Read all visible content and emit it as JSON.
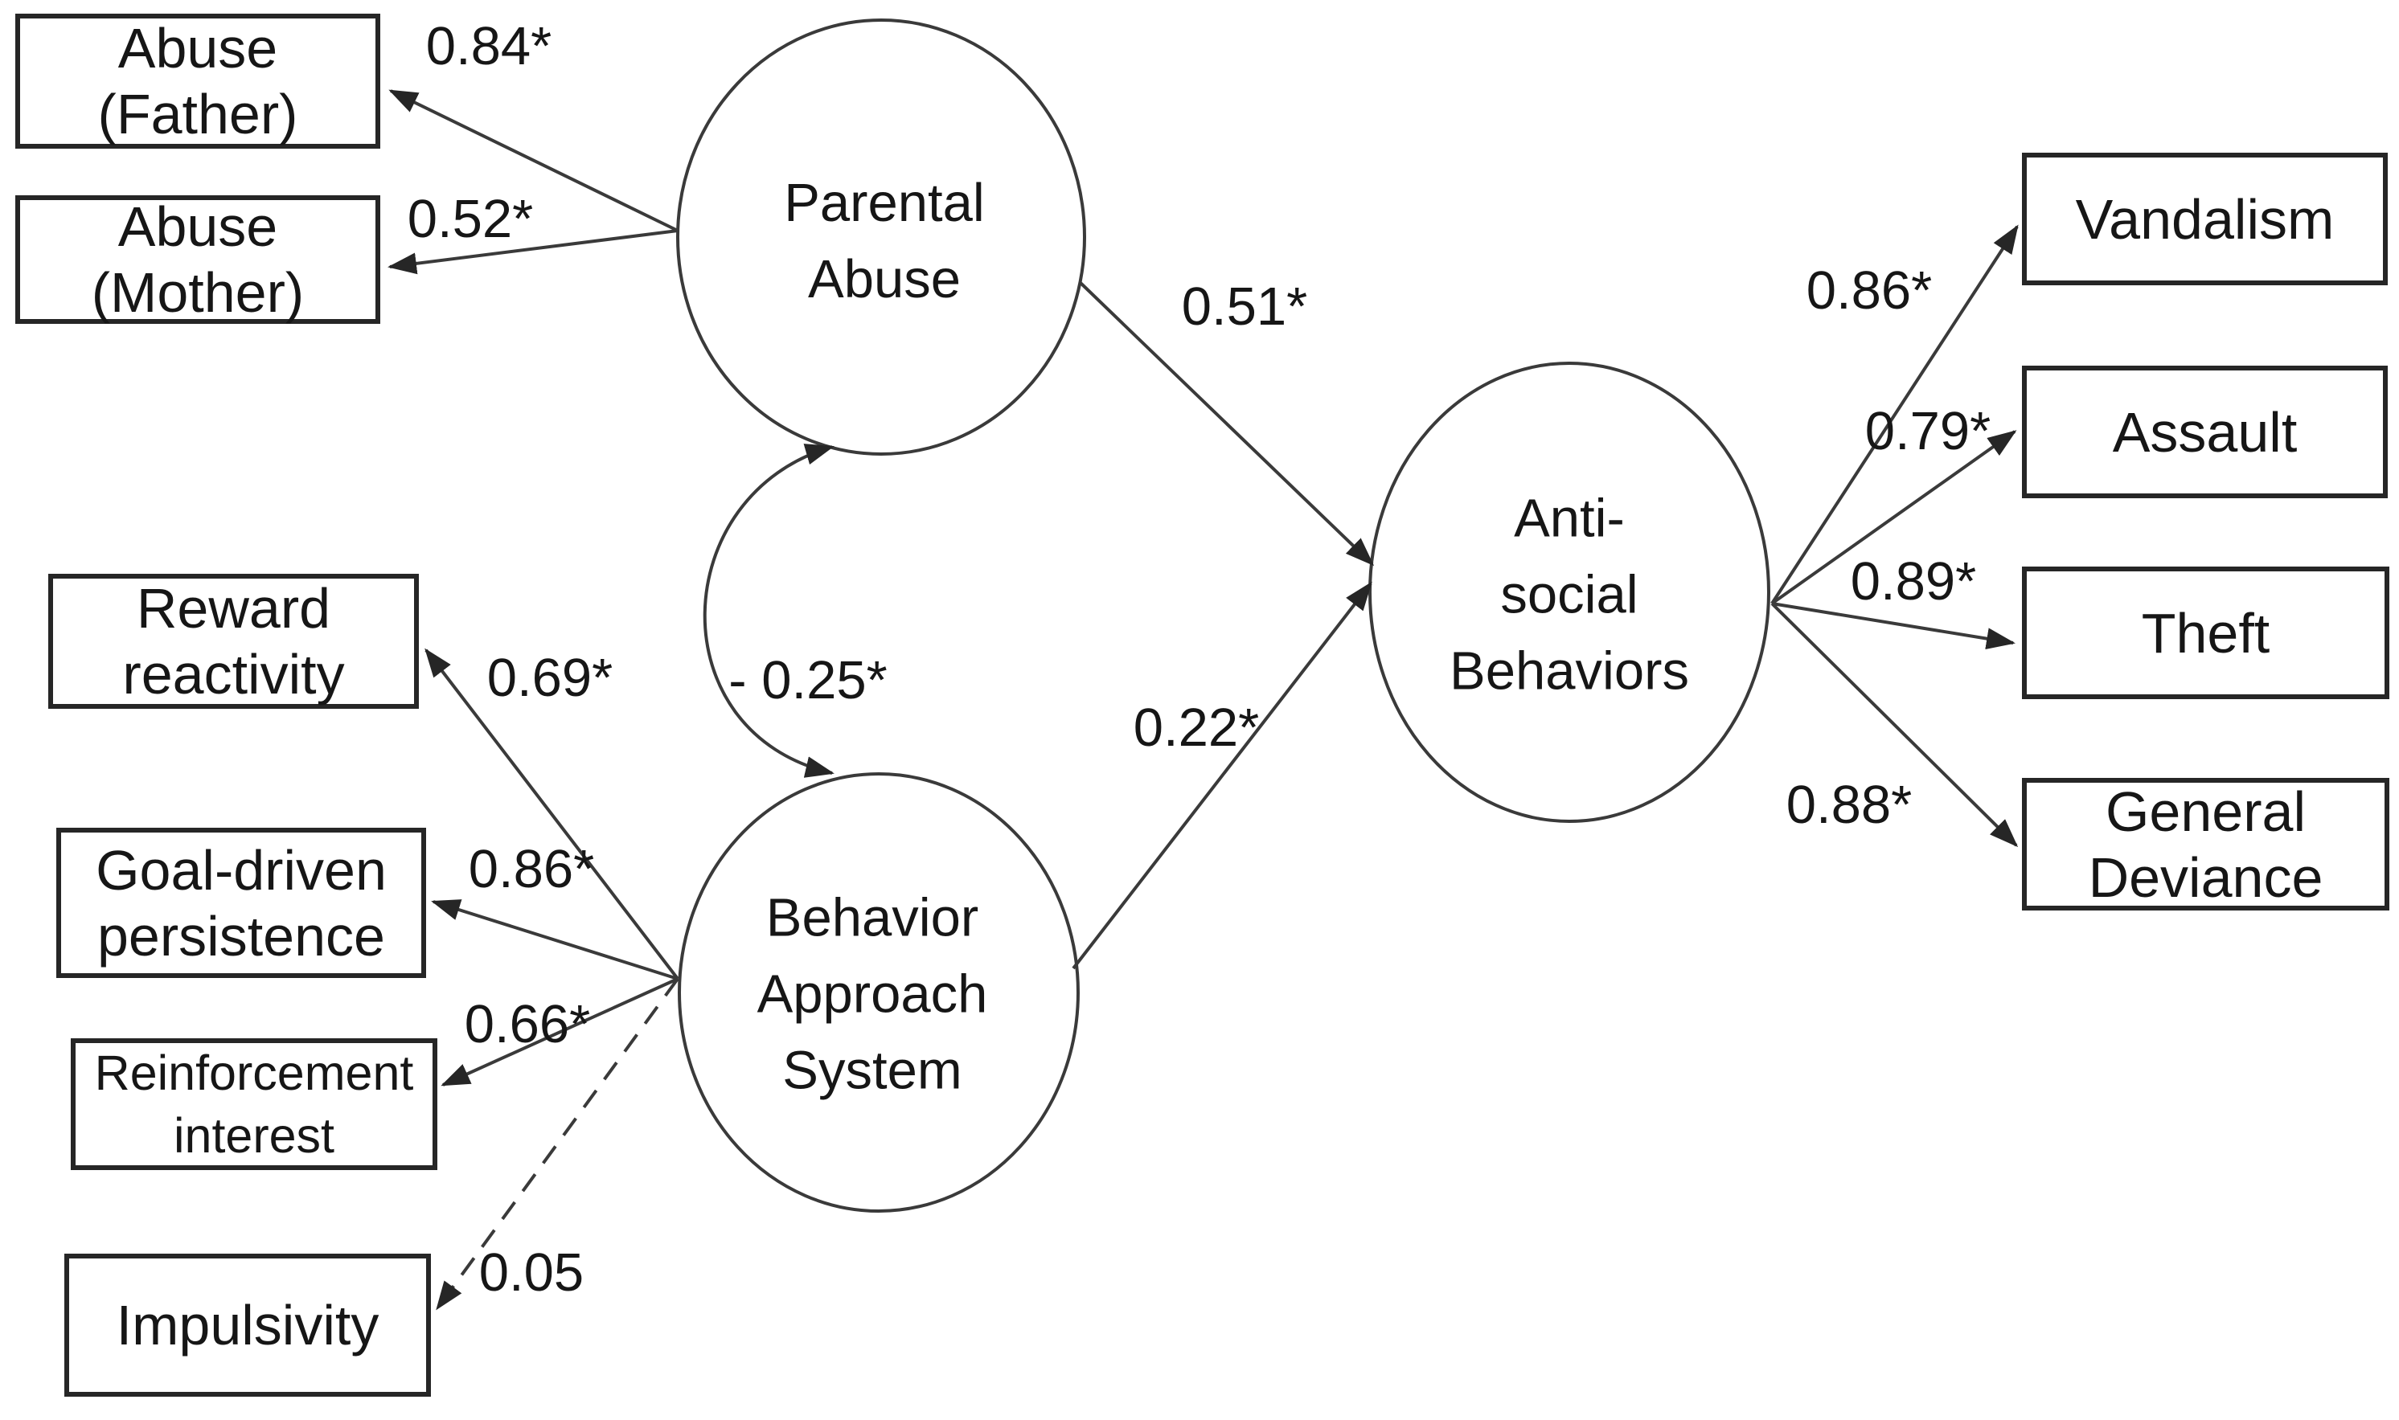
{
  "model": {
    "type": "structural-equation-path-diagram",
    "latents": [
      {
        "id": "parental-abuse",
        "label": "Parental\nAbuse"
      },
      {
        "id": "behavior-approach-system",
        "label": "Behavior\nApproach\nSystem"
      },
      {
        "id": "anti-social-behaviors",
        "label": "Anti-\nsocial\nBehaviors"
      }
    ],
    "observed": [
      {
        "id": "abuse-father",
        "label": "Abuse\n(Father)",
        "loading": "0.84*",
        "attached_to": "parental-abuse",
        "line_style": "solid"
      },
      {
        "id": "abuse-mother",
        "label": "Abuse\n(Mother)",
        "loading": "0.52*",
        "attached_to": "parental-abuse",
        "line_style": "solid"
      },
      {
        "id": "reward-reactivity",
        "label": "Reward\nreactivity",
        "loading": "0.69*",
        "attached_to": "behavior-approach-system",
        "line_style": "solid"
      },
      {
        "id": "goal-driven-persistence",
        "label": "Goal-driven\npersistence",
        "loading": "0.86*",
        "attached_to": "behavior-approach-system",
        "line_style": "solid"
      },
      {
        "id": "reinforcement-interest",
        "label": "Reinforcement\ninterest",
        "loading": "0.66*",
        "attached_to": "behavior-approach-system",
        "line_style": "solid"
      },
      {
        "id": "impulsivity",
        "label": "Impulsivity",
        "loading": "0.05",
        "attached_to": "behavior-approach-system",
        "line_style": "dashed"
      },
      {
        "id": "vandalism",
        "label": "Vandalism",
        "loading": "0.86*",
        "attached_to": "anti-social-behaviors",
        "line_style": "solid"
      },
      {
        "id": "assault",
        "label": "Assault",
        "loading": "0.79*",
        "attached_to": "anti-social-behaviors",
        "line_style": "solid"
      },
      {
        "id": "theft",
        "label": "Theft",
        "loading": "0.89*",
        "attached_to": "anti-social-behaviors",
        "line_style": "solid"
      },
      {
        "id": "general-deviance",
        "label": "General\nDeviance",
        "loading": "0.88*",
        "attached_to": "anti-social-behaviors",
        "line_style": "solid"
      }
    ],
    "structural_paths": [
      {
        "from": "parental-abuse",
        "to": "anti-social-behaviors",
        "label": "0.51*"
      },
      {
        "from": "behavior-approach-system",
        "to": "anti-social-behaviors",
        "label": "0.22*"
      }
    ],
    "covariance": {
      "between": "parental-abuse and behavior-approach-system",
      "label": "- 0.25*",
      "shape": "curved double-headed arrow"
    },
    "colors": {
      "background": "#ffffff",
      "line": "#3a3a3a",
      "border": "#262626",
      "text": "#161616"
    }
  }
}
